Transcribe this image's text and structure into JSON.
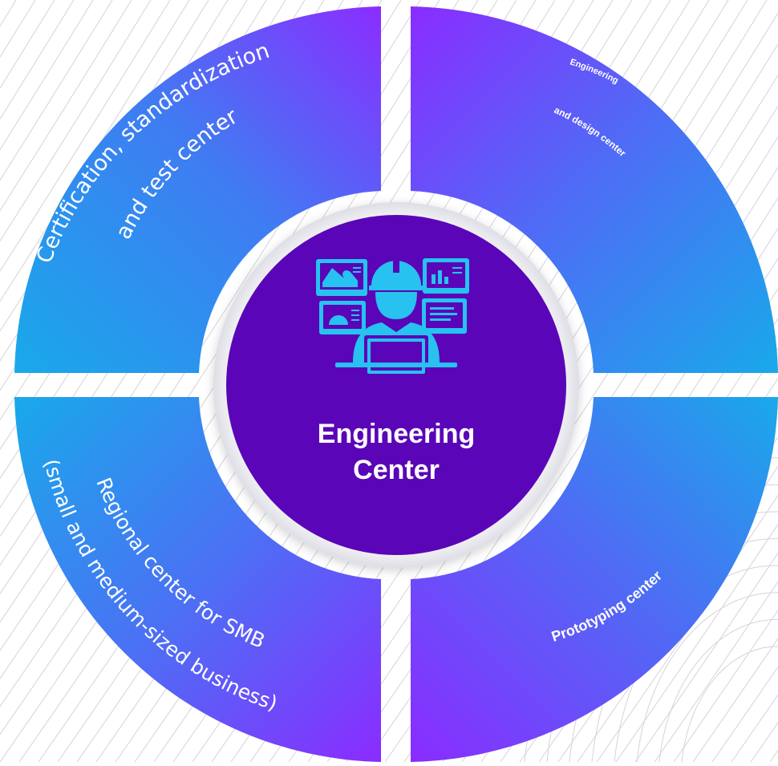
{
  "center": {
    "title_line1": "Engineering",
    "title_line2": "Center",
    "icon": "engineer-monitors-icon"
  },
  "segments": {
    "top_left": {
      "line1": "Certification, standardization",
      "line2": "and test center"
    },
    "top_right": {
      "line1": "Engineering",
      "line2": "and design center"
    },
    "bottom_left": {
      "line1": "Regional center for SMB",
      "line2": "(small and medium-sized business)"
    },
    "bottom_right": {
      "line1": "Prototyping center"
    }
  },
  "colors": {
    "ring_start": "#1fa8ea",
    "ring_end": "#8a2cff",
    "center_fill": "#5a05b8",
    "icon_color": "#27c2f0",
    "stripes": "#cfcfd6"
  }
}
